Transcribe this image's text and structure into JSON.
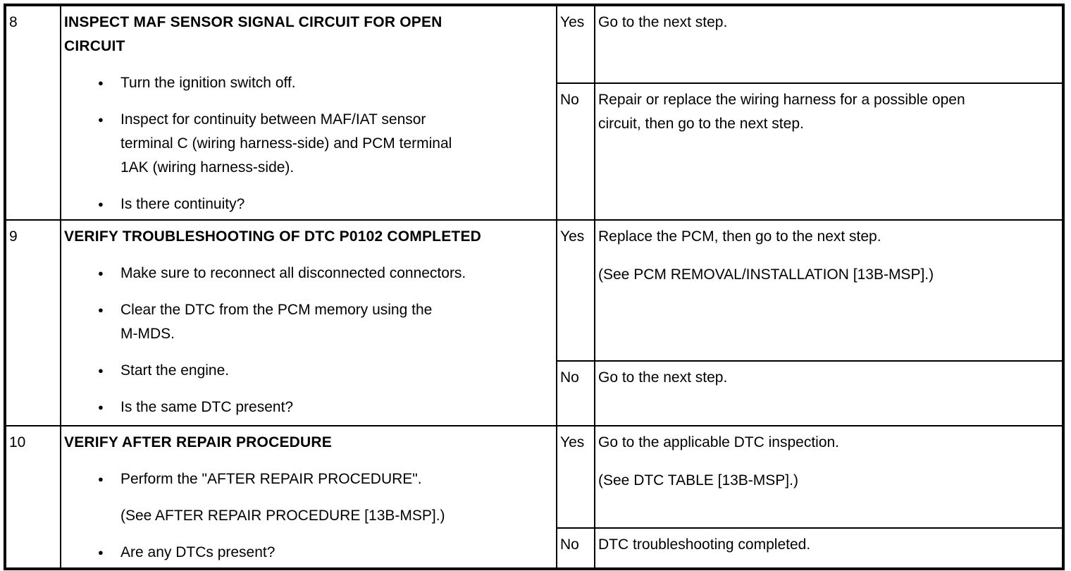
{
  "glyphs": {
    "bullet": "●"
  },
  "colors": {
    "border": "#000000",
    "text": "#000000",
    "background": "#ffffff"
  },
  "table": {
    "yes_label": "Yes",
    "no_label": "No",
    "rows": [
      {
        "step": "8",
        "title_lines": [
          "INSPECT MAF SENSOR SIGNAL CIRCUIT FOR OPEN",
          "CIRCUIT"
        ],
        "bullets": [
          {
            "lines": [
              "Turn the ignition switch off."
            ]
          },
          {
            "lines": [
              "Inspect for continuity between MAF/IAT sensor",
              "terminal C (wiring harness-side) and PCM terminal",
              "1AK (wiring harness-side)."
            ]
          },
          {
            "lines": [
              "Is there continuity?"
            ]
          }
        ],
        "yes": {
          "label": "Yes",
          "paragraphs": [
            "Go to the next step."
          ]
        },
        "no": {
          "label": "No",
          "no_lines": [
            "Repair or replace the wiring harness for a possible open",
            "circuit, then go to the next step."
          ]
        }
      },
      {
        "step": "9",
        "title_lines": [
          "VERIFY TROUBLESHOOTING OF DTC P0102 COMPLETED"
        ],
        "bullets": [
          {
            "lines": [
              "Make sure to reconnect all disconnected connectors."
            ]
          },
          {
            "lines": [
              "Clear the DTC from the PCM memory using the",
              "M-MDS."
            ]
          },
          {
            "lines": [
              "Start the engine."
            ]
          },
          {
            "lines": [
              "Is the same DTC present?"
            ]
          }
        ],
        "yes": {
          "label": "Yes",
          "paragraphs": [
            "Replace the PCM, then go to the next step.",
            "(See PCM REMOVAL/INSTALLATION [13B-MSP].)"
          ]
        },
        "no": {
          "label": "No",
          "paragraphs": [
            "Go to the next step."
          ]
        }
      },
      {
        "step": "10",
        "title_lines": [
          "VERIFY AFTER REPAIR PROCEDURE"
        ],
        "bullets": [
          {
            "lines": [
              "Perform the \"AFTER REPAIR PROCEDURE\"."
            ]
          },
          {
            "lines": [
              "Are any DTCs present?"
            ]
          }
        ],
        "note_lines": [
          "(See AFTER REPAIR PROCEDURE [13B-MSP].)"
        ],
        "yes": {
          "label": "Yes",
          "paragraphs": [
            "Go to the applicable DTC inspection.",
            "(See DTC TABLE [13B-MSP].)"
          ]
        },
        "no": {
          "label": "No",
          "paragraphs": [
            "DTC troubleshooting completed."
          ]
        }
      }
    ]
  }
}
